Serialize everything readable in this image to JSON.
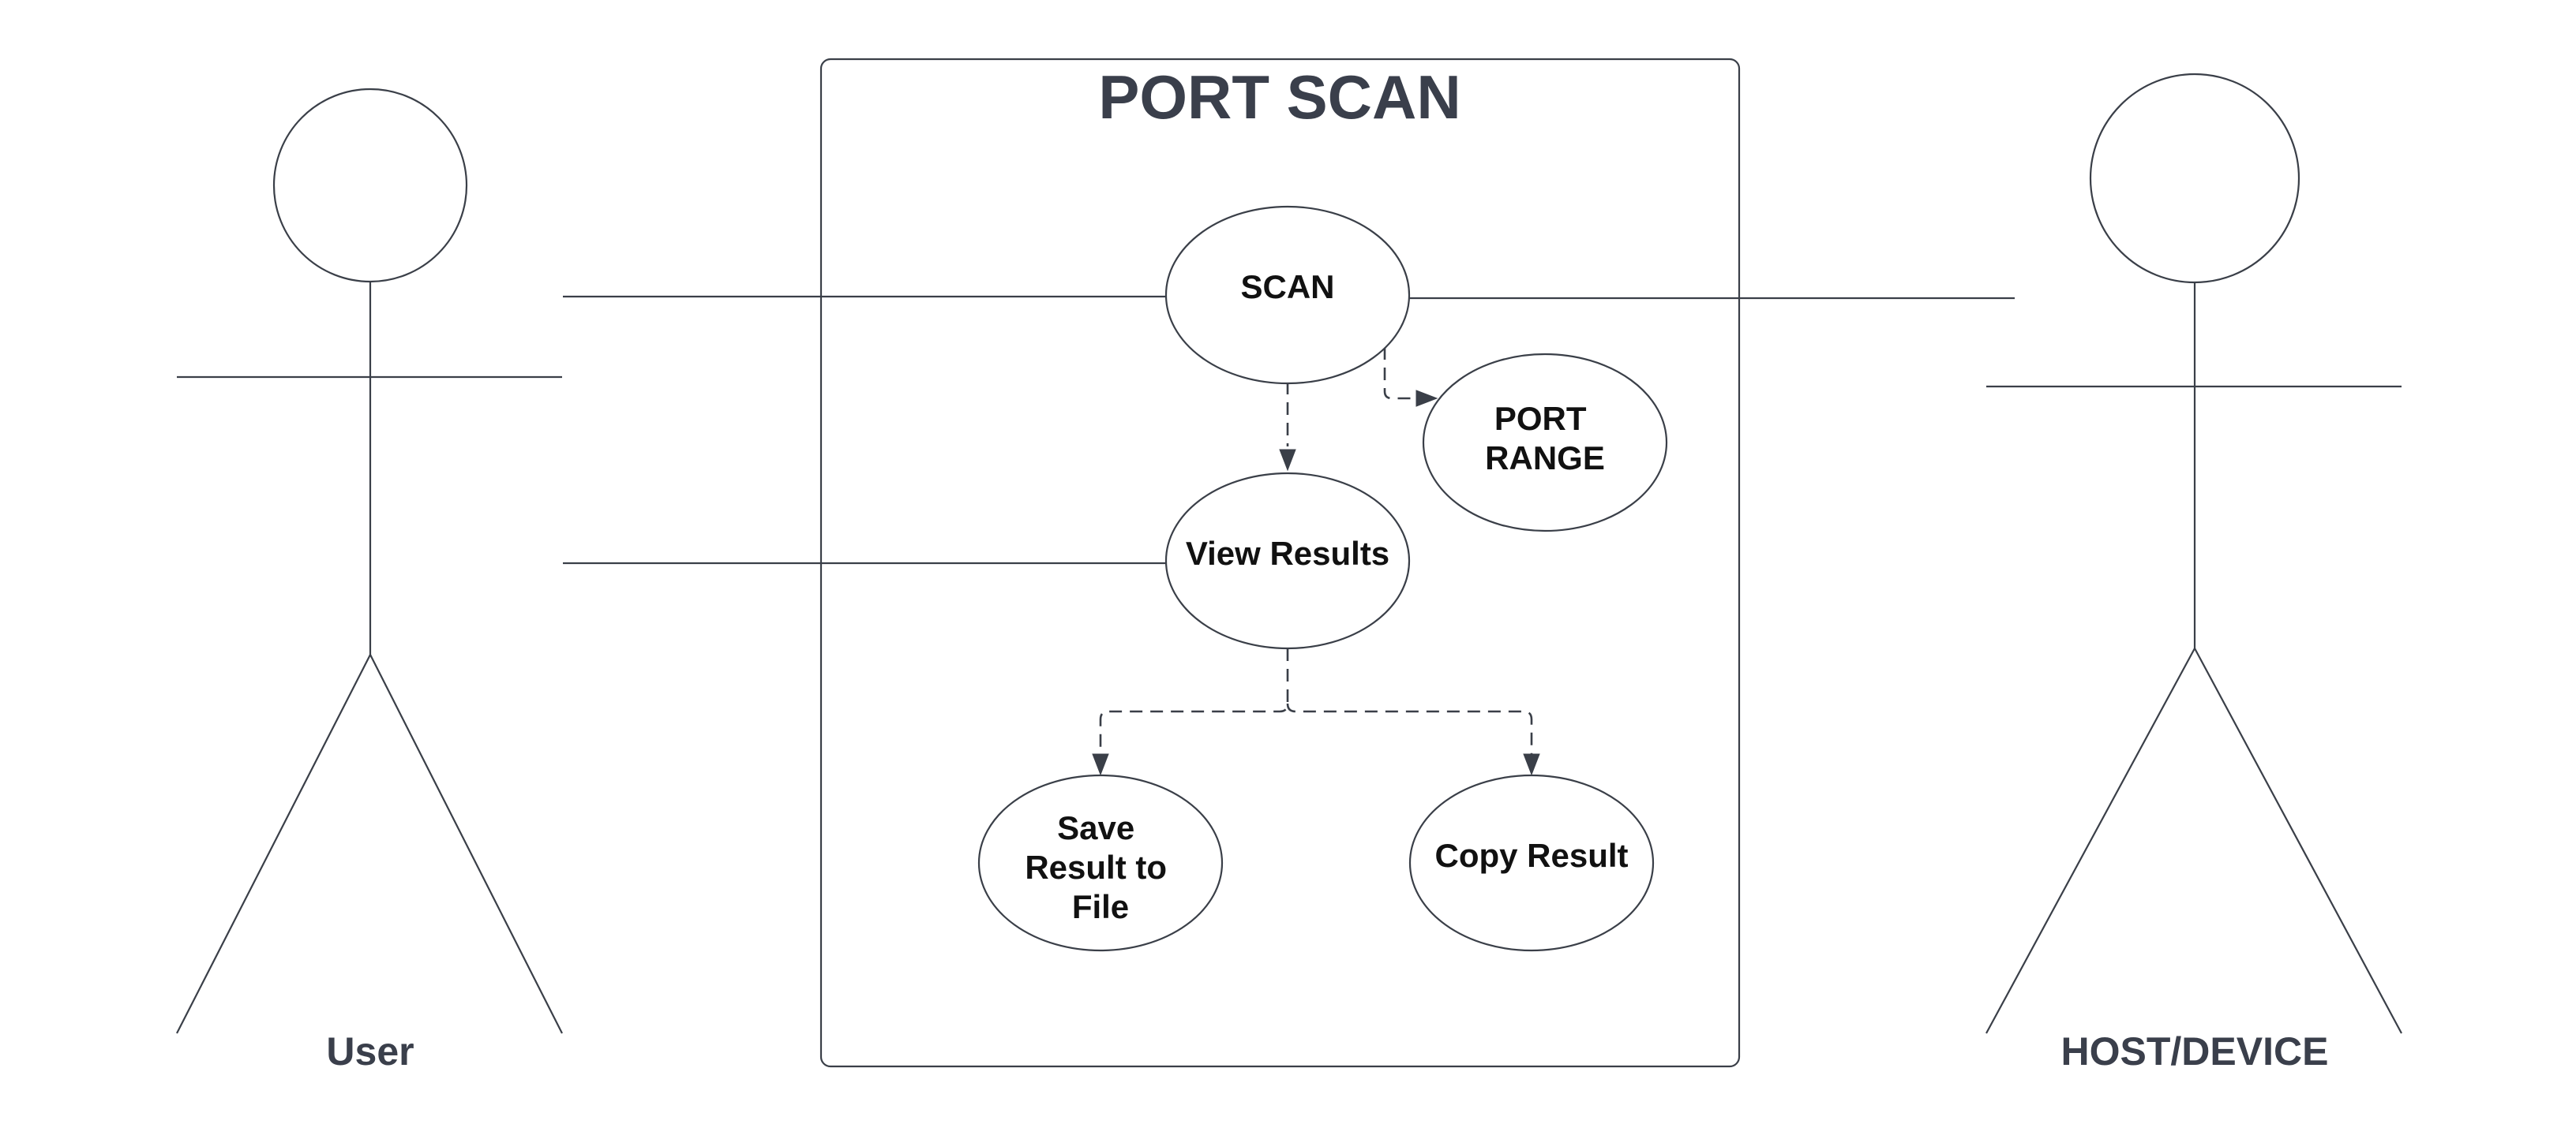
{
  "system": {
    "title": "PORT SCAN"
  },
  "actors": {
    "user": {
      "label": "User"
    },
    "host": {
      "label": "HOST/DEVICE"
    }
  },
  "use_cases": {
    "scan": {
      "lines": [
        "SCAN"
      ]
    },
    "port_range": {
      "lines": [
        "PORT",
        "RANGE"
      ]
    },
    "view_results": {
      "lines": [
        "View Results"
      ]
    },
    "save_result": {
      "lines": [
        "Save",
        "Result to",
        "File"
      ]
    },
    "copy_result": {
      "lines": [
        "Copy Result"
      ]
    }
  },
  "relations": [
    {
      "from": "User",
      "to": "SCAN",
      "style": "solid"
    },
    {
      "from": "User",
      "to": "View Results",
      "style": "solid"
    },
    {
      "from": "SCAN",
      "to": "HOST/DEVICE",
      "style": "solid"
    },
    {
      "from": "SCAN",
      "to": "PORT RANGE",
      "style": "dashed-arrow"
    },
    {
      "from": "SCAN",
      "to": "View Results",
      "style": "dashed-arrow"
    },
    {
      "from": "View Results",
      "to": "Save Result to File",
      "style": "dashed-arrow"
    },
    {
      "from": "View Results",
      "to": "Copy Result",
      "style": "dashed-arrow"
    }
  ],
  "colors": {
    "line": "#3a3f48",
    "label": "#3a3f4b",
    "use_case_text": "#111111",
    "background": "#ffffff"
  }
}
